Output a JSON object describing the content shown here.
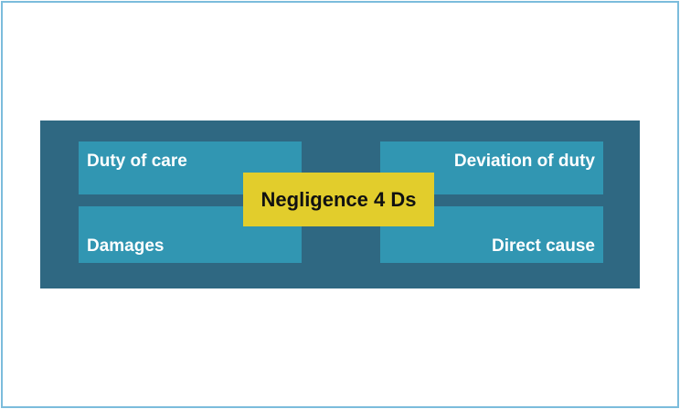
{
  "diagram": {
    "center": "Negligence 4 Ds",
    "items": [
      "Duty of care",
      "Deviation of duty",
      "Damages",
      "Direct cause"
    ],
    "colors": {
      "panel": "#2f6882",
      "box": "#3196b2",
      "center": "#e2cd2c",
      "frame": "#7bbcdc"
    }
  }
}
